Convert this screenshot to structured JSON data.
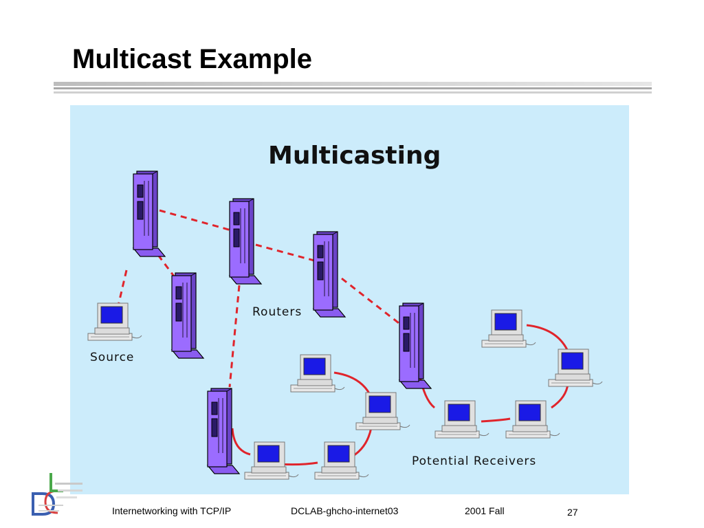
{
  "slide": {
    "title": "Multicast Example"
  },
  "diagram": {
    "heading": "Multicasting",
    "labels": {
      "routers": "Routers",
      "source": "Source",
      "receivers": "Potential Receivers"
    },
    "colors": {
      "background": "#ccecfb",
      "router": "#9b6cff",
      "link": "#e0242b",
      "screen": "#1a1ae6"
    },
    "icons": [
      "router-icon",
      "computer-icon"
    ]
  },
  "footer": {
    "course": "Internetworking with TCP/IP",
    "id": "DCLAB-ghcho-internet03",
    "term": "2001 Fall",
    "page": "27"
  }
}
